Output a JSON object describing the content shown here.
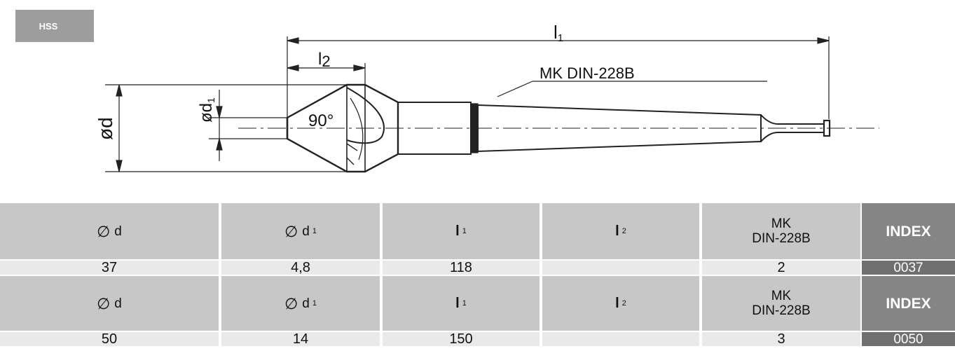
{
  "badge": "HSS",
  "drawing": {
    "label_l1": "l",
    "label_l1_sub": "1",
    "label_l2": "l",
    "label_l2_sub": "2",
    "label_d": "ød",
    "label_d1": "ød",
    "label_d1_sub": "1",
    "label_angle": "90°",
    "label_taper": "MK DIN-228B"
  },
  "table": {
    "header": {
      "sym": "∅",
      "d": "d",
      "d1": "d",
      "d1_sub": "1",
      "l1": "l",
      "l1_sub": "1",
      "l2": "l",
      "l2_sub": "2",
      "mk": "MK\nDIN-228B",
      "index": "INDEX"
    },
    "rows": [
      {
        "d": "37",
        "d1": "4,8",
        "l1": "118",
        "l2": "",
        "mk": "2",
        "index": "0037"
      },
      {
        "d": "50",
        "d1": "14",
        "l1": "150",
        "l2": "",
        "mk": "3",
        "index": "0050"
      }
    ]
  }
}
